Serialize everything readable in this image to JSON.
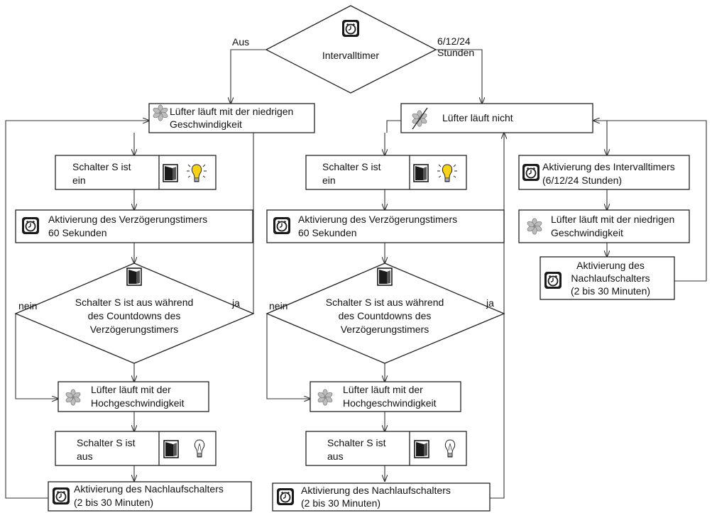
{
  "top": {
    "title": "Intervalltimer",
    "left_branch": "Aus",
    "right_branch_line1": "6/12/24",
    "right_branch_line2": "Stunden"
  },
  "left": {
    "fan_low_l1": "Lüfter läuft mit der niedrigen",
    "fan_low_l2": "Geschwindigkeit",
    "switch_on_l1": "Schalter S ist",
    "switch_on_l2": "ein",
    "delay_l1": "Aktivierung des Verzögerungstimers",
    "delay_l2": "60 Sekunden",
    "decision_l1": "Schalter S ist aus während",
    "decision_l2": "des Countdowns des",
    "decision_l3": "Verzögerungstimers",
    "no": "nein",
    "yes": "ja",
    "fan_high_l1": "Lüfter läuft mit der",
    "fan_high_l2": "Hochgeschwindigkeit",
    "switch_off_l1": "Schalter S ist",
    "switch_off_l2": "aus",
    "overrun_l1": "Aktivierung des Nachlaufschalters",
    "overrun_l2": "(2 bis 30 Minuten)"
  },
  "middle": {
    "fan_off": "Lüfter läuft nicht",
    "switch_on_l1": "Schalter S ist",
    "switch_on_l2": "ein",
    "delay_l1": "Aktivierung des Verzögerungstimers",
    "delay_l2": "60 Sekunden",
    "decision_l1": "Schalter S ist aus während",
    "decision_l2": "des Countdowns des",
    "decision_l3": "Verzögerungstimers",
    "no": "nein",
    "yes": "ja",
    "fan_high_l1": "Lüfter läuft mit der",
    "fan_high_l2": "Hochgeschwindigkeit",
    "switch_off_l1": "Schalter S ist",
    "switch_off_l2": "aus",
    "overrun_l1": "Aktivierung des Nachlaufschalters",
    "overrun_l2": "(2 bis 30 Minuten)"
  },
  "right": {
    "interval_l1": "Aktivierung des Intervalltimers",
    "interval_l2": "(6/12/24 Stunden)",
    "fan_low_l1": "Lüfter läuft mit der niedrigen",
    "fan_low_l2": "Geschwindigkeit",
    "overrun_l1": "Aktivierung des",
    "overrun_l2": "Nachlaufschalters",
    "overrun_l3": "(2 bis 30 Minuten)"
  },
  "icons": {
    "timer": "timer-icon",
    "fan": "fan-icon",
    "fan_off": "fan-off-icon",
    "switch": "wall-switch-icon",
    "bulb_on": "bulb-on-icon",
    "bulb_off": "bulb-off-icon",
    "bulb_color": "#f6d21a"
  }
}
